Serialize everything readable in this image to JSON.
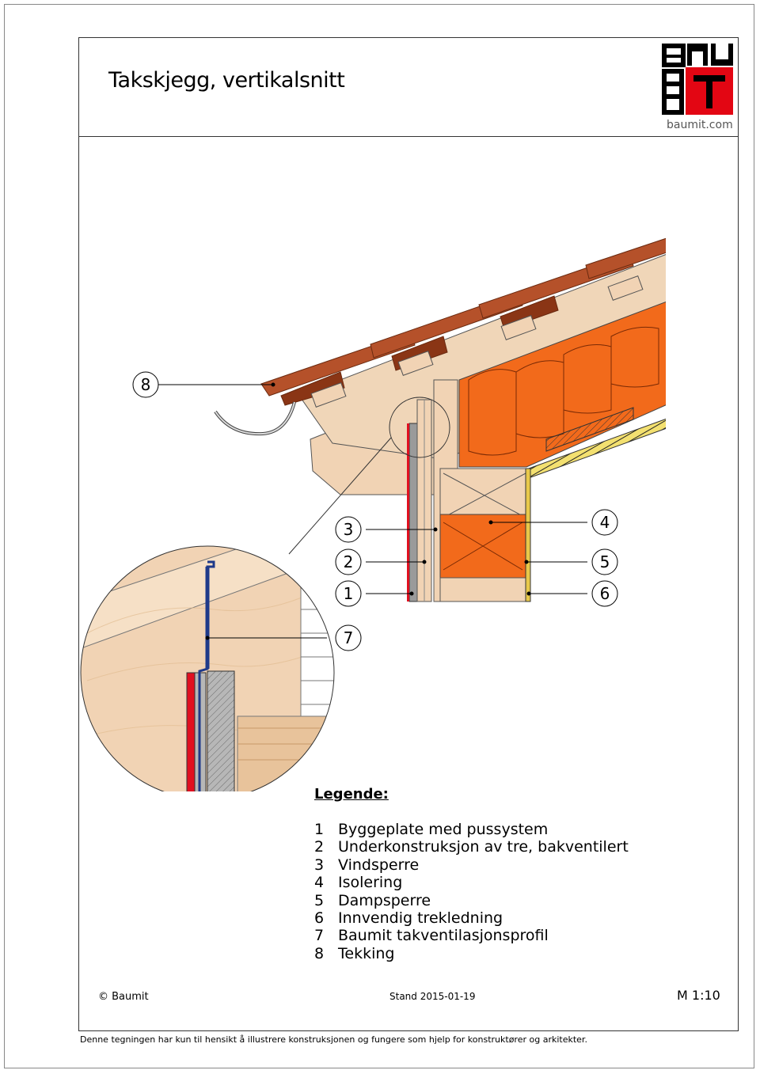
{
  "header": {
    "title": "Takskjegg, vertikalsnitt",
    "logo_text": "BAUMIT",
    "logo_url": "baumit.com",
    "brand_color": "#e30613"
  },
  "callouts": {
    "c1": "1",
    "c2": "2",
    "c3": "3",
    "c4": "4",
    "c5": "5",
    "c6": "6",
    "c7": "7",
    "c8": "8"
  },
  "legend": {
    "heading": "Legende:",
    "items": [
      {
        "num": "1",
        "text": "Byggeplate med pussystem"
      },
      {
        "num": "2",
        "text": "Underkonstruksjon av tre, bakventilert"
      },
      {
        "num": "3",
        "text": "Vindsperre"
      },
      {
        "num": "4",
        "text": "Isolering"
      },
      {
        "num": "5",
        "text": "Dampsperre"
      },
      {
        "num": "6",
        "text": "Innvendig trekledning"
      },
      {
        "num": "7",
        "text": "Baumit takventilasjonsprofil"
      },
      {
        "num": "8",
        "text": "Tekking"
      }
    ]
  },
  "footer": {
    "copyright": "© Baumit",
    "stand": "Stand 2015-01-19",
    "scale": "M 1:10",
    "disclaimer": "Denne tegningen har kun til hensikt å illustrere konstruksjonen og fungere som hjelp for konstruktører og arkitekter."
  },
  "colors": {
    "wood": "#f1d3b4",
    "wood_dark": "#e8c39b",
    "insulation": "#f26a1b",
    "tile": "#b5512a",
    "tile_dark": "#8a3515",
    "vapor": "#e8c84a",
    "render_red": "#e01020",
    "board_grey": "#b7b7b7",
    "profile_blue": "#1f3a8a"
  }
}
